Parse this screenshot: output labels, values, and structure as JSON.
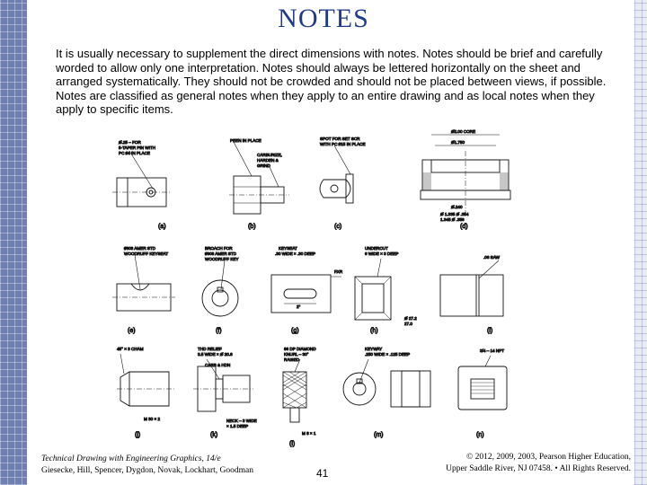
{
  "slide": {
    "title": "NOTES",
    "body": "It is usually necessary to supplement the direct dimensions with notes. Notes should be brief and carefully worded to allow only one interpretation. Notes should always be lettered horizontally on the sheet and arranged systematically. They should not be crowded and should not be placed between views, if possible.  Notes are classified as general notes when they apply to an entire drawing and as local notes when they apply to specific items.",
    "page_number": "41"
  },
  "footer": {
    "book_title": "Technical Drawing with Engineering Graphics, 14/e",
    "authors": "Giesecke, Hill, Spencer, Dygdon, Novak, Lockhart, Goodman",
    "copyright_line1": "© 2012, 2009, 2003, Pearson Higher Education,",
    "copyright_line2": "Upper Saddle River, NJ 07458. • All Rights Reserved."
  },
  "figure": {
    "panel_labels": [
      "(a)",
      "(b)",
      "(c)",
      "(d)",
      "(e)",
      "(f)",
      "(g)",
      "(h)",
      "(i)",
      "(j)",
      "(k)",
      "(l)",
      "(m)",
      "(n)"
    ],
    "notes": {
      "a": [
        "Ø.25 – FOR",
        "5-TAPER PIN WITH",
        "PC #4 IN PLACE"
      ],
      "b": [
        "PEEN IN PLACE"
      ],
      "b2": [
        "CARBURIZE,",
        "HARDEN &",
        "GRIND"
      ],
      "c": [
        "SPOT FOR SET SCR",
        "WITH PC #15 IN PLACE"
      ],
      "d_top": [
        "Ø2.00 CORE",
        "Ø1.750"
      ],
      "d_bottom": [
        "Ø.240",
        "Ø 1.335  Ø .354",
        "  1.345  Ø .356"
      ],
      "e": [
        "#808 AMER STD",
        "WOODRUFF KEYSEAT"
      ],
      "f": [
        "BROACH FOR",
        "#808 AMER STD",
        "WOODRUFF KEY"
      ],
      "g": [
        "KEYSEAT",
        ".30 WIDE × .30 DEEP",
        "2\"",
        "FXR"
      ],
      "h": [
        "UNDERCUT",
        "6 WIDE × 3 DEEP",
        "Ø 27.2",
        "  27.0"
      ],
      "i": [
        ".06 SAW"
      ],
      "j": [
        "45° × 3 CHAM",
        "M 30 × 2"
      ],
      "k": [
        "THD RELIEF",
        "3.5 WIDE × Ø 20.8",
        "CARB & HDN",
        "NECK – 3 WIDE",
        "× 1.5 DEEP"
      ],
      "l": [
        "96 DP DIAMOND",
        "KNURL – 30°",
        "RAISED",
        "M 8 × 1"
      ],
      "m": [
        "KEYWAY",
        ".250 WIDE × .125 DEEP"
      ],
      "n": [
        "3/4 – 14 NPT"
      ]
    }
  }
}
